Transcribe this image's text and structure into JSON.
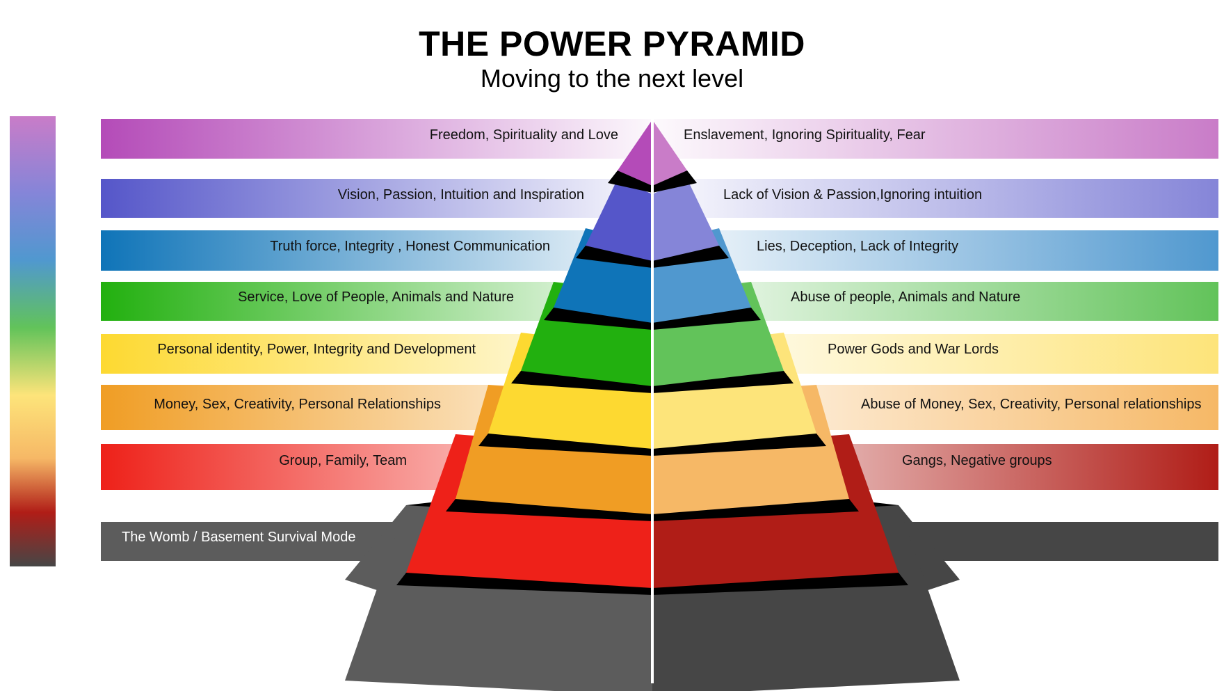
{
  "header": {
    "title": "THE POWER PYRAMID",
    "subtitle": "Moving to the next level"
  },
  "levels": [
    {
      "left_label": "Freedom, Spirituality and Love",
      "right_label": "Enslavement, Ignoring Spirituality, Fear",
      "left_color": "#b44bb8",
      "right_color": "#c97cc8"
    },
    {
      "left_label": "Vision, Passion, Intuition and Inspiration",
      "right_label": "Lack of Vision & Passion,Ignoring intuition",
      "left_color": "#5556c9",
      "right_color": "#8585d8"
    },
    {
      "left_label": "Truth force, Integrity , Honest Communication",
      "right_label": "Lies, Deception, Lack of Integrity",
      "left_color": "#0f74b8",
      "right_color": "#5098cf"
    },
    {
      "left_label": "Service, Love of People, Animals and Nature",
      "right_label": "Abuse of people, Animals and Nature",
      "left_color": "#22b00f",
      "right_color": "#62c35a"
    },
    {
      "left_label": "Personal identity, Power, Integrity and Development",
      "right_label": "Power Gods and War Lords",
      "left_color": "#fdd931",
      "right_color": "#fde47a"
    },
    {
      "left_label": "Money, Sex, Creativity, Personal Relationships",
      "right_label": "Abuse of Money, Sex, Creativity, Personal relationships",
      "left_color": "#f09d24",
      "right_color": "#f6b866"
    },
    {
      "left_label": "Group, Family, Team",
      "right_label": "Gangs, Negative groups",
      "left_color": "#ee2119",
      "right_color": "#b01d17"
    },
    {
      "left_label": "The Womb / Basement Survival Mode",
      "right_label": "",
      "left_color": "#5c5c5c",
      "right_color": "#464646"
    }
  ]
}
